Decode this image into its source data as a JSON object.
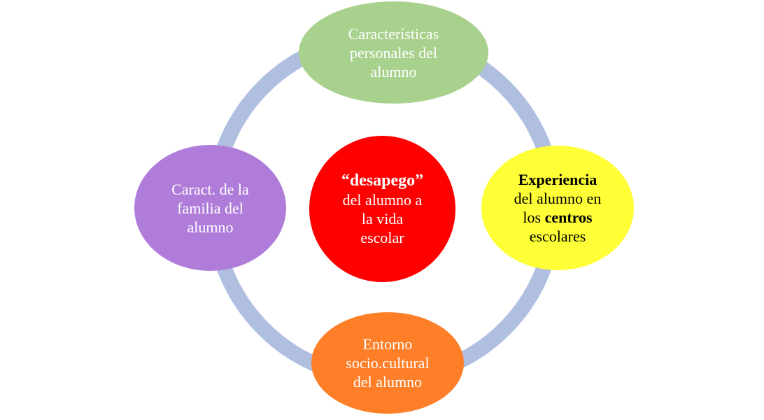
{
  "colors": {
    "ring": "#b0bee0",
    "personal": "#a9d18e",
    "experience": "#ffff37",
    "environment": "#fe7f28",
    "family": "#b07cda",
    "center": "#ff0000"
  },
  "center": {
    "bold": "“desapego”",
    "lines": [
      "del alumno a",
      "la vida",
      "escolar"
    ]
  },
  "personal": {
    "lines": [
      "Características",
      "personales del",
      "alumno"
    ]
  },
  "experience": {
    "line1": "Experiencia",
    "line2": "del alumno en",
    "line3_pre": "los ",
    "line3_bold": "centros",
    "line4": "escolares"
  },
  "environment": {
    "lines": [
      "Entorno",
      "socio.cultural",
      "del alumno"
    ]
  },
  "family": {
    "lines": [
      "Caract. de la",
      "familia del",
      "alumno"
    ]
  }
}
